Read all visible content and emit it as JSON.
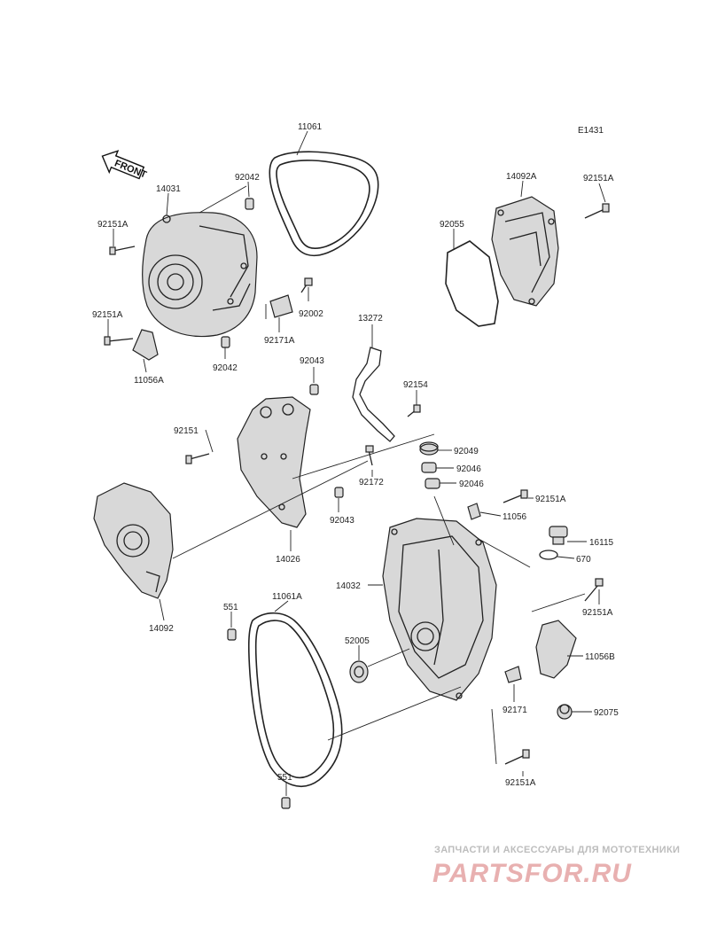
{
  "diagram": {
    "code": "E1431",
    "front_label": "FRONT",
    "parts": {
      "p11061": "11061",
      "p14031": "14031",
      "p92042a": "92042",
      "p92151a_1": "92151A",
      "p92151a_2": "92151A",
      "p92002": "92002",
      "p92171a": "92171A",
      "p92042b": "92042",
      "p11056a": "11056A",
      "p14092a": "14092A",
      "p92151a_3": "92151A",
      "p92055": "92055",
      "p13272": "13272",
      "p92043a": "92043",
      "p92154": "92154",
      "p92151": "92151",
      "p92049": "92049",
      "p92046a": "92046",
      "p92046b": "92046",
      "p92172": "92172",
      "p92043b": "92043",
      "p92151a_4": "92151A",
      "p11056": "11056",
      "p14026": "14026",
      "p16115": "16115",
      "p670": "670",
      "p14032": "14032",
      "p14092": "14092",
      "p92151a_5": "92151A",
      "p551a": "551",
      "p11061a": "11061A",
      "p52005": "52005",
      "p11056b": "11056B",
      "p92171": "92171",
      "p92075": "92075",
      "p551b": "551",
      "p92151a_6": "92151A"
    }
  },
  "watermark": {
    "tagline": "ЗАПЧАСТИ И АКСЕССУАРЫ ДЛЯ МОТОТЕХНИКИ",
    "brand": "PARTSFOR.RU"
  }
}
